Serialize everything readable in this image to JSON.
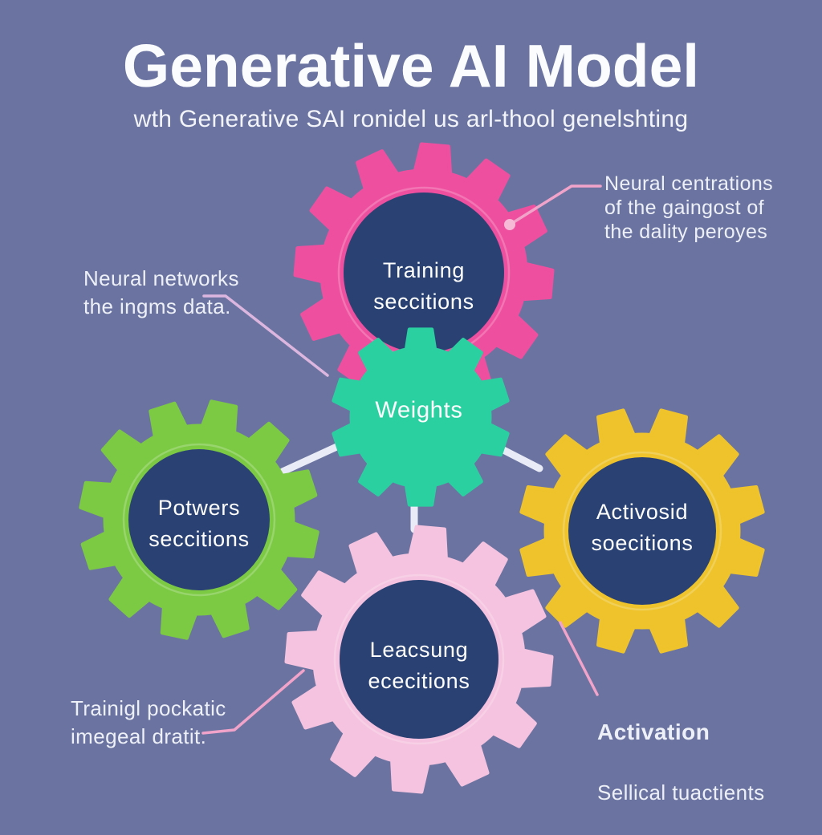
{
  "header": {
    "title": "Generative AI Model",
    "subtitle": "wth Generative SAI ronidel us arl-thool genelshting"
  },
  "colors": {
    "background": "#6b74a1",
    "disc_navy": "#2a4273",
    "disc_ring": "rgba(255,255,255,0.22)",
    "connector_line": "#e9ecf6",
    "annotation_line_pink": "#f2a3c9",
    "annotation_line_pale": "#dcb6df",
    "annotation_dot": "#f6b9d6",
    "title_text": "#fbfcfe",
    "gear_label_text": "#ffffff",
    "gear_pink": "#ef4f9f",
    "gear_teal": "#2bd0a1",
    "gear_green": "#7cc944",
    "gear_yellow": "#eec32b",
    "gear_light_pink": "#f5c3df"
  },
  "gears": [
    {
      "id": "training",
      "label_line1": "Training",
      "label_line2": "seccitions",
      "color": "#ef4f9f",
      "has_center_disc": true
    },
    {
      "id": "weights",
      "label_line1": "Weights",
      "label_line2": "",
      "color": "#2bd0a1",
      "has_center_disc": false
    },
    {
      "id": "powers",
      "label_line1": "Potwers",
      "label_line2": "seccitions",
      "color": "#7cc944",
      "has_center_disc": true
    },
    {
      "id": "activation",
      "label_line1": "Activosid",
      "label_line2": "soecitions",
      "color": "#eec32b",
      "has_center_disc": true
    },
    {
      "id": "learning",
      "label_line1": "Leacsung",
      "label_line2": "ececitions",
      "color": "#f5c3df",
      "has_center_disc": true
    }
  ],
  "annotations": [
    {
      "id": "top-right",
      "text": "Neural centrations\nof the gaingost of\nthe dality peroyes"
    },
    {
      "id": "left",
      "text": "Neural networks\nthe ingms data."
    },
    {
      "id": "bottom-left",
      "text": "Trainigl pockatic\nimegeal dratit."
    },
    {
      "id": "bottom-right",
      "heading": "Activation",
      "text": "Sellical tuactients"
    }
  ]
}
